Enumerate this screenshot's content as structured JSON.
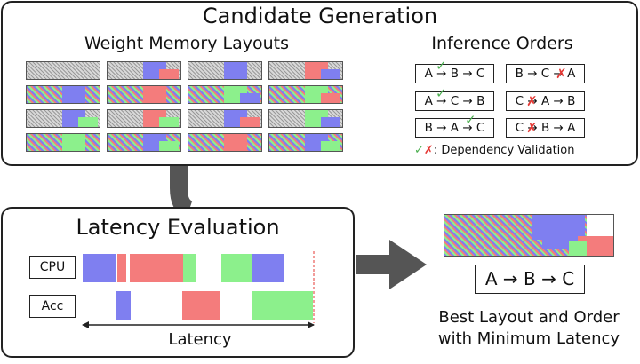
{
  "candidate_generation": {
    "title": "Candidate Generation",
    "weight_memory_layouts": {
      "title": "Weight Memory Layouts"
    },
    "inference_orders": {
      "title": "Inference Orders",
      "orders": [
        {
          "text": "A → B → C",
          "status": "valid"
        },
        {
          "text": "B → C → A",
          "status": "invalid"
        },
        {
          "text": "A → C → B",
          "status": "valid"
        },
        {
          "text": "C → A → B",
          "status": "invalid"
        },
        {
          "text": "B → A → C",
          "status": "valid"
        },
        {
          "text": "C → B → A",
          "status": "invalid"
        }
      ],
      "legend": ": Dependency Validation"
    },
    "cross_symbol": "✖"
  },
  "latency_evaluation": {
    "title": "Latency Evaluation",
    "rows": [
      "CPU",
      "Acc"
    ],
    "axis_label": "Latency"
  },
  "result": {
    "order": "A → B → C",
    "caption_line1": "Best Layout and Order",
    "caption_line2": "with Minimum Latency"
  },
  "colors": {
    "blue": "#7f7ff0",
    "red": "#f47c7c",
    "green": "#8cf08c",
    "hatch_gray": "#9a9a9a",
    "arrow_gray": "#555555",
    "check_green": "#4caf50",
    "cross_red": "#e53935",
    "dashed_red": "#e53935"
  }
}
